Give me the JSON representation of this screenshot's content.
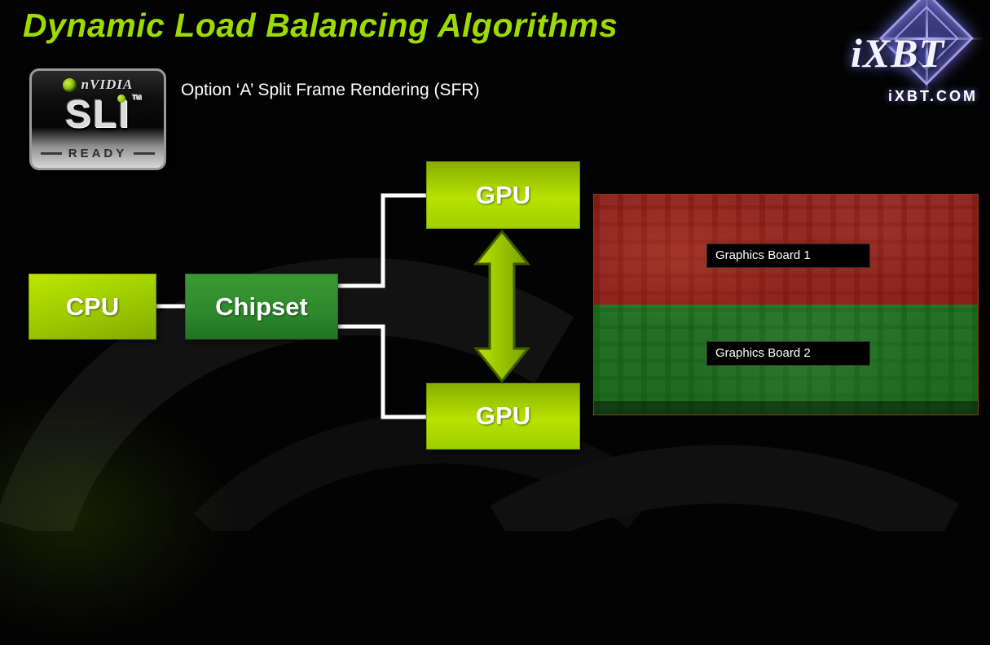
{
  "slide": {
    "title": "Dynamic Load Balancing Algorithms",
    "subtitle": "Option ‘A’ Split Frame Rendering (SFR)"
  },
  "sli_badge": {
    "brand": "nVIDIA",
    "main": "SLI",
    "tm": "TM",
    "ready": "READY"
  },
  "ixbt_logo": {
    "main": "iXBT",
    "domain": "iXBT.COM"
  },
  "diagram": {
    "cpu_label": "CPU",
    "chipset_label": "Chipset",
    "gpu_top_label": "GPU",
    "gpu_bottom_label": "GPU"
  },
  "screenshot": {
    "board1_label": "Graphics Board 1",
    "board2_label": "Graphics Board 2"
  },
  "colors": {
    "title_green": "#9ddb00",
    "box_green": "#a6d800",
    "chipset_green": "#2e8b2e",
    "arrow_green": "#95c800",
    "overlay_red": "#cd1a10",
    "overlay_green": "#22b722",
    "ixbt_blue": "#7a7ae0",
    "wire_white": "#ffffff"
  }
}
